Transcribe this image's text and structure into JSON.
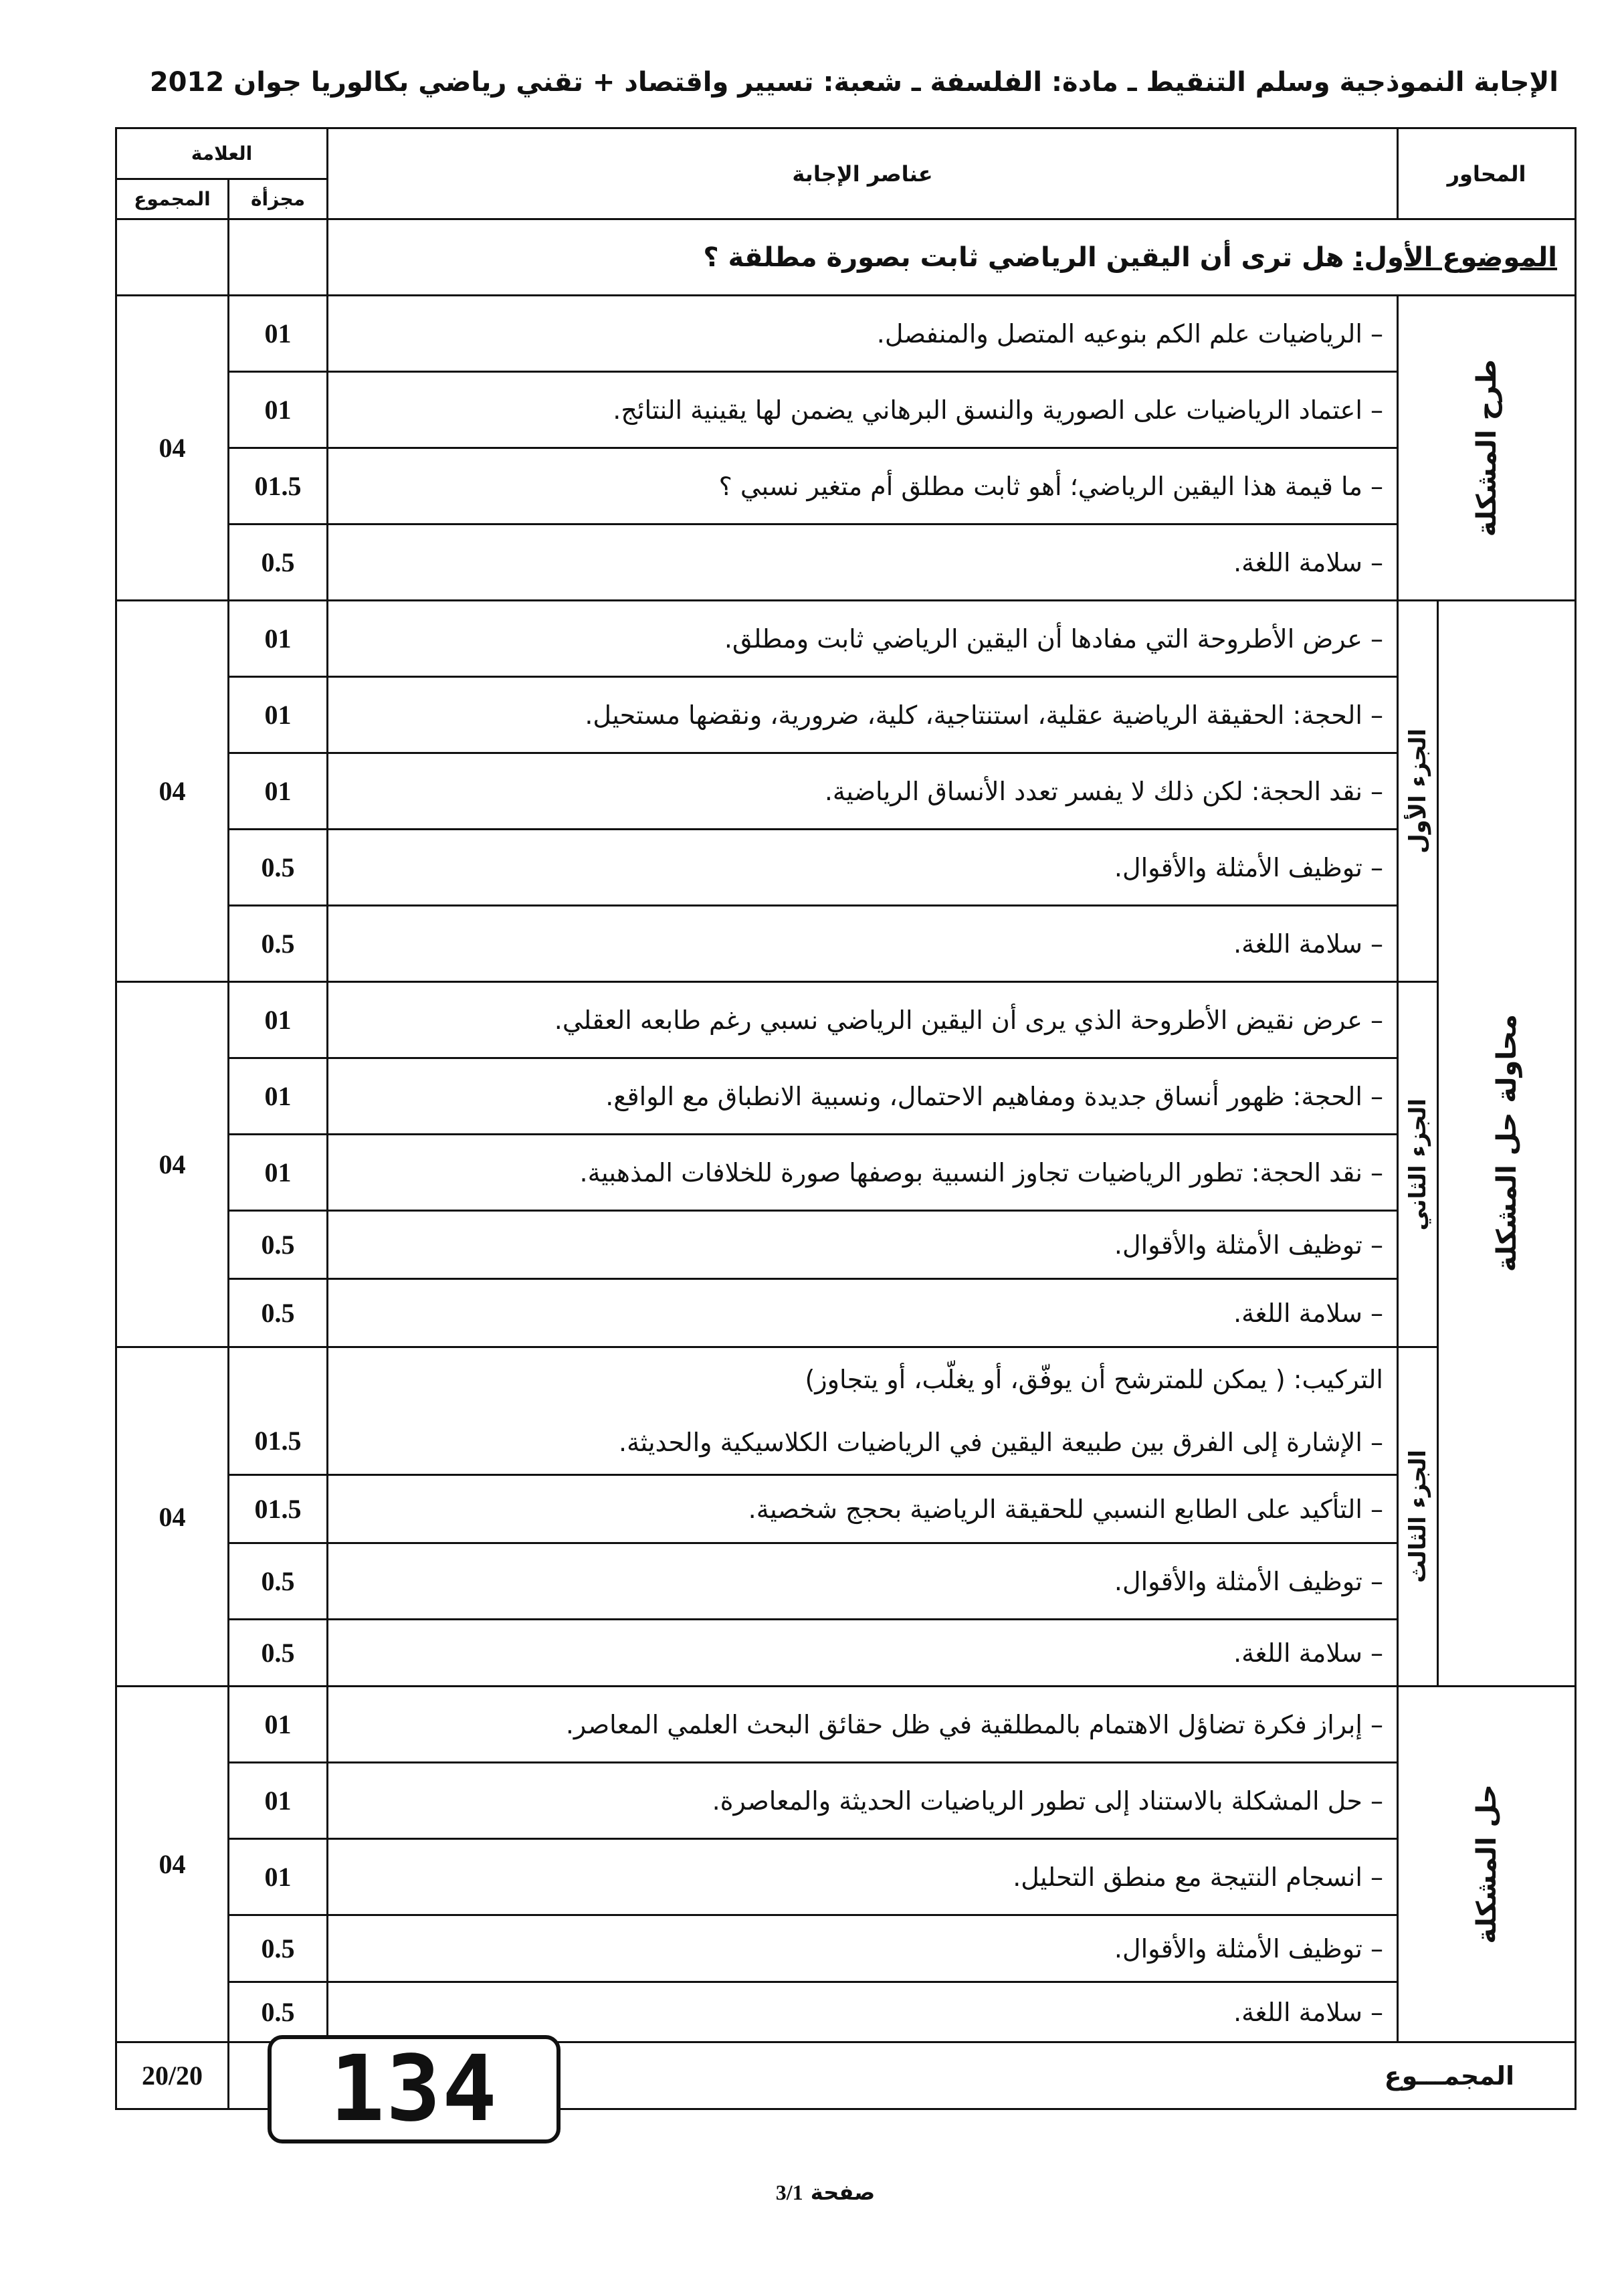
{
  "header": {
    "title": "الإجابة النموذجية وسلم التنقيط ـ مادة: الفلسفة ـ شعبة: تسيير واقتصاد + تقني رياضي  بكالوريا جوان",
    "year": "2012"
  },
  "table_head": {
    "axes": "المحاور",
    "elements": "عناصر الإجابة",
    "mark": "العلامة",
    "partial": "مجزأة",
    "total": "المجموع"
  },
  "topic": {
    "label": "الموضوع الأول:",
    "question": " هل ترى أن اليقين الرياضي ثابت بصورة مطلقة ؟"
  },
  "sections": [
    {
      "axis": "طرح المشكلة",
      "total": "04",
      "rows": [
        {
          "text": "– الرياضيات علم الكم بنوعيه المتصل والمنفصل.",
          "mark": "01"
        },
        {
          "text": "– اعتماد الرياضيات على الصورية والنسق البرهاني يضمن لها يقينية النتائج.",
          "mark": "01"
        },
        {
          "text": "– ما قيمة هذا اليقين الرياضي؛ أهو ثابت مطلق أم متغير نسبي ؟",
          "mark": "01.5"
        },
        {
          "text": "– سلامة اللغة.",
          "mark": "0.5"
        }
      ]
    },
    {
      "part": "الجزء الأول",
      "total": "04",
      "rows": [
        {
          "text": "– عرض الأطروحة التي مفادها أن اليقين الرياضي ثابت ومطلق.",
          "mark": "01"
        },
        {
          "text": "– الحجة: الحقيقة الرياضية عقلية، استنتاجية، كلية، ضرورية، ونقضها مستحيل.",
          "mark": "01"
        },
        {
          "text": "– نقد الحجة: لكن ذلك لا يفسر تعدد الأنساق الرياضية.",
          "mark": "01"
        },
        {
          "text": "– توظيف الأمثلة والأقوال.",
          "mark": "0.5"
        },
        {
          "text": "– سلامة اللغة.",
          "mark": "0.5"
        }
      ]
    },
    {
      "part": "الجزء الثاني",
      "total": "04",
      "rows": [
        {
          "text": "– عرض نقيض الأطروحة الذي يرى أن اليقين الرياضي نسبي رغم طابعه العقلي.",
          "mark": "01"
        },
        {
          "text": "– الحجة: ظهور أنساق جديدة ومفاهيم الاحتمال، ونسبية الانطباق مع الواقع.",
          "mark": "01"
        },
        {
          "text": "– نقد الحجة: تطور الرياضيات تجاوز النسبية بوصفها صورة للخلافات المذهبية.",
          "mark": "01"
        },
        {
          "text": "– توظيف الأمثلة والأقوال.",
          "mark": "0.5"
        },
        {
          "text": "– سلامة اللغة.",
          "mark": "0.5"
        }
      ]
    },
    {
      "part": "الجزء الثالث",
      "total": "04",
      "intro": "التركيب: ( يمكن للمترشح أن يوفّق، أو يغلّب، أو يتجاوز)",
      "rows": [
        {
          "text": "– الإشارة إلى الفرق بين طبيعة اليقين في الرياضيات الكلاسيكية والحديثة.",
          "mark": "01.5"
        },
        {
          "text": "– التأكيد على الطابع النسبي للحقيقة الرياضية بحجج شخصية.",
          "mark": "01.5"
        },
        {
          "text": "– توظيف الأمثلة والأقوال.",
          "mark": "0.5"
        },
        {
          "text": "– سلامة اللغة.",
          "mark": "0.5"
        }
      ]
    },
    {
      "axis": "حل المشكلة",
      "total": "04",
      "rows": [
        {
          "text": "– إبراز فكرة تضاؤل الاهتمام بالمطلقية في ظل حقائق البحث العلمي المعاصر.",
          "mark": "01"
        },
        {
          "text": "– حل المشكلة بالاستناد إلى تطور الرياضيات الحديثة والمعاصرة.",
          "mark": "01"
        },
        {
          "text": "– انسجام النتيجة مع منطق التحليل.",
          "mark": "01"
        },
        {
          "text": "– توظيف الأمثلة والأقوال.",
          "mark": "0.5"
        },
        {
          "text": "– سلامة اللغة.",
          "mark": "0.5"
        }
      ]
    }
  ],
  "middle_axis": "محاولة حل المشكلة",
  "sum_row": {
    "label": "المجمـــوع",
    "total": "20/20"
  },
  "stamp_number": "134",
  "footer": {
    "page_label": "صفحة",
    "page_number": "3/1"
  }
}
